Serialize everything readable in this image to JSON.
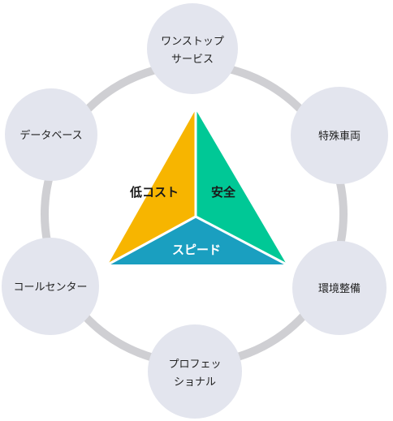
{
  "colors": {
    "ring": "#cfcfd3",
    "node_fill": "#e3e5ee",
    "low_cost": "#f7b500",
    "safety": "#00c896",
    "speed": "#1a9fc0",
    "divider": "#ffffff",
    "tri_text_dark": "#1a1a1a",
    "tri_text_light": "#ffffff"
  },
  "nodes": {
    "one_stop": {
      "line1": "ワンストップ",
      "line2": "サービス"
    },
    "special_vehicles": {
      "label": "特殊車両"
    },
    "environment": {
      "label": "環境整備"
    },
    "professional": {
      "line1": "プロフェッ",
      "line2": "ショナル"
    },
    "call_center": {
      "label": "コールセンター"
    },
    "database": {
      "label": "データベース"
    }
  },
  "triangle": {
    "low_cost": "低コスト",
    "safety": "安全",
    "speed": "スピード"
  }
}
